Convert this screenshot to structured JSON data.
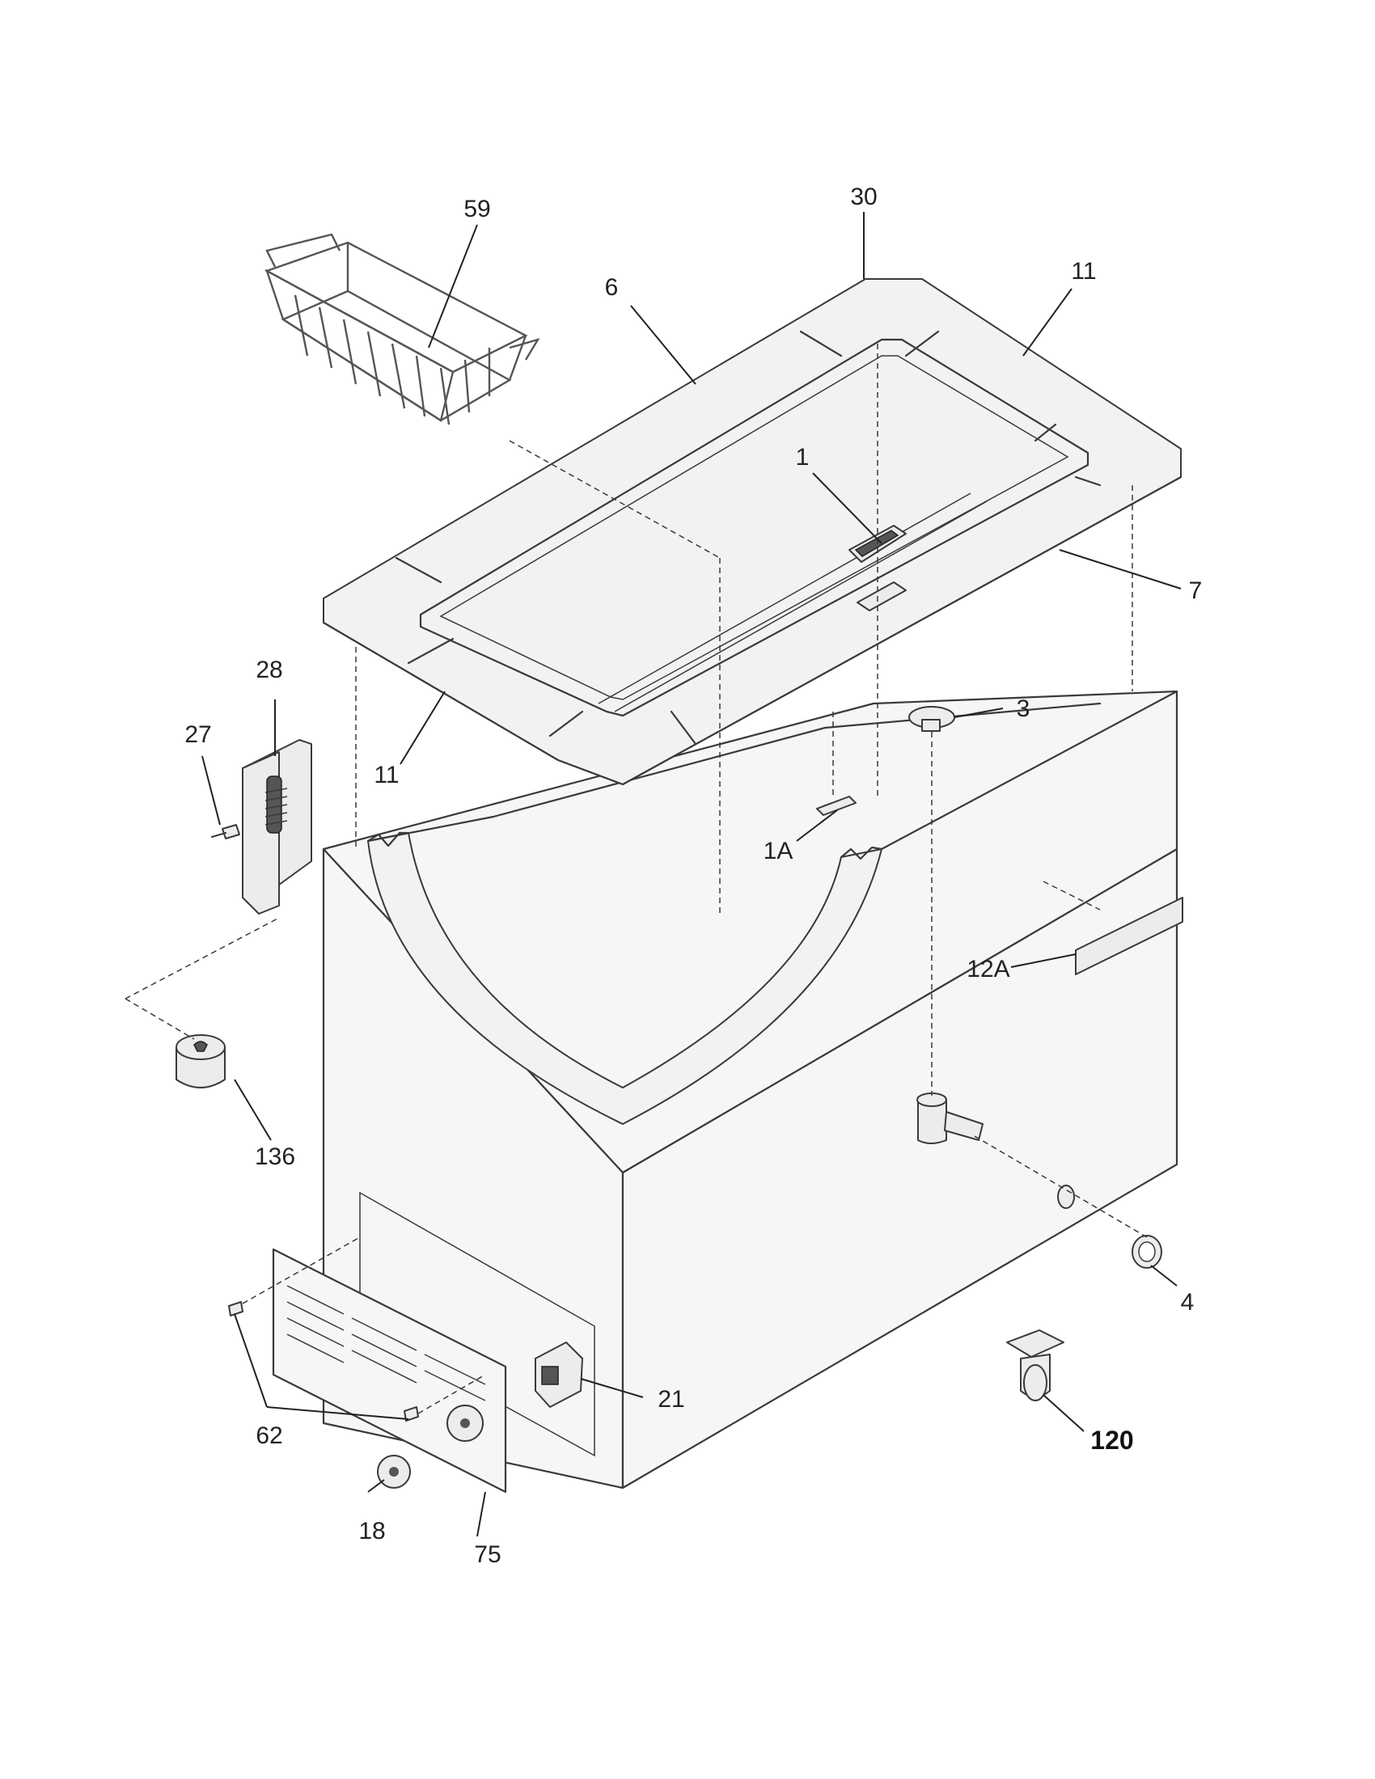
{
  "callouts": {
    "c59": "59",
    "c30": "30",
    "c6": "6",
    "c11_top": "11",
    "c1": "1",
    "c7": "7",
    "c28": "28",
    "c27": "27",
    "c11_left": "11",
    "c3": "3",
    "c1A": "1A",
    "c12A": "12A",
    "c136": "136",
    "c4": "4",
    "c21": "21",
    "c120": "120",
    "c62": "62",
    "c18": "18",
    "c75": "75"
  }
}
